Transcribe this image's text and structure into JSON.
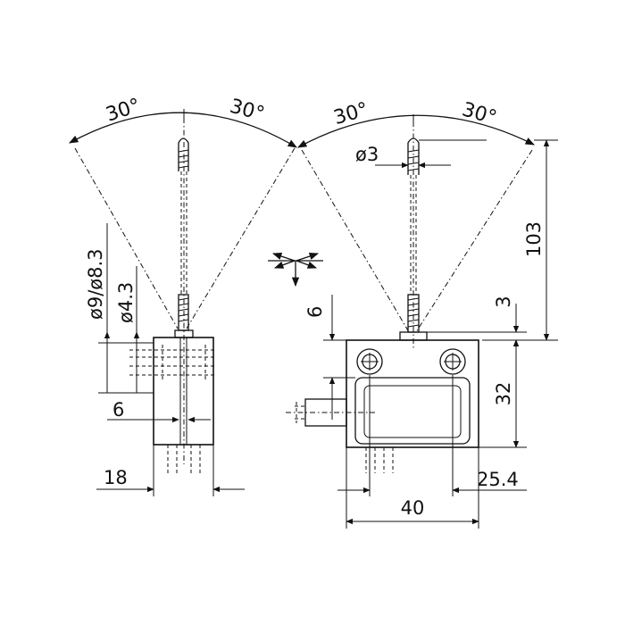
{
  "dimensions": {
    "angle_left_a": "30°",
    "angle_left_b": "30°",
    "angle_right_a": "30°",
    "angle_right_b": "30°",
    "dia_rod": "ø3",
    "dia_rod_pair": "ø9/ø8.3",
    "dia_small": "ø4.3",
    "six_left": "6",
    "six_mid": "6",
    "width_18": "18",
    "height_103": "103",
    "three": "3",
    "height_32": "32",
    "spacing_25_4": "25.4",
    "width_40": "40"
  },
  "colors": {
    "line": "#111111",
    "background": "#ffffff"
  },
  "icons": {
    "actuation_symbol": "multi-direction-arrows-icon"
  }
}
